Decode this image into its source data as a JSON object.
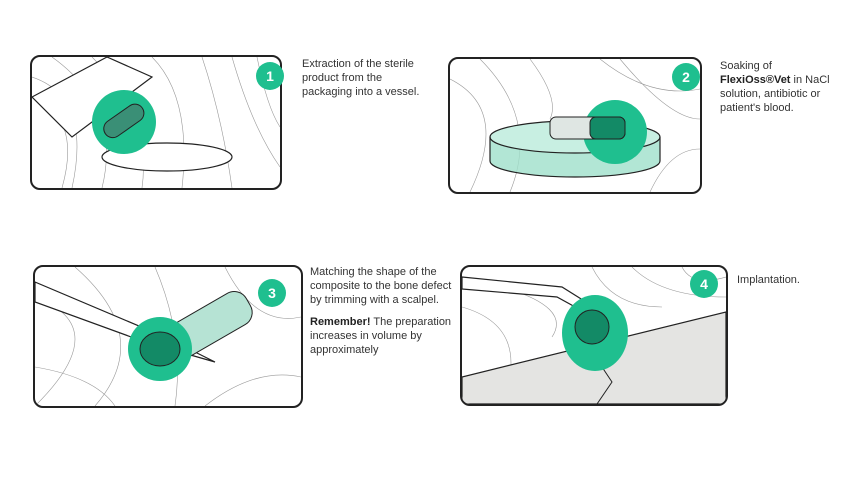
{
  "accent_color": "#1fbf8f",
  "steps": [
    {
      "number": "1",
      "text": "Extraction of the sterile product from the packaging into a vessel."
    },
    {
      "number": "2",
      "text_pre": "Soaking of ",
      "text_bold": "FlexiOss®Vet",
      "text_post": " in NaCl solution, antibiotic or patient's blood."
    },
    {
      "number": "3",
      "text": "Matching the shape of the composite to the bone defect by trimming with a scalpel.",
      "note_bold": "Remember!",
      "note_text": " The preparation increases in volume by approximately"
    },
    {
      "number": "4",
      "text": "Implantation."
    }
  ]
}
